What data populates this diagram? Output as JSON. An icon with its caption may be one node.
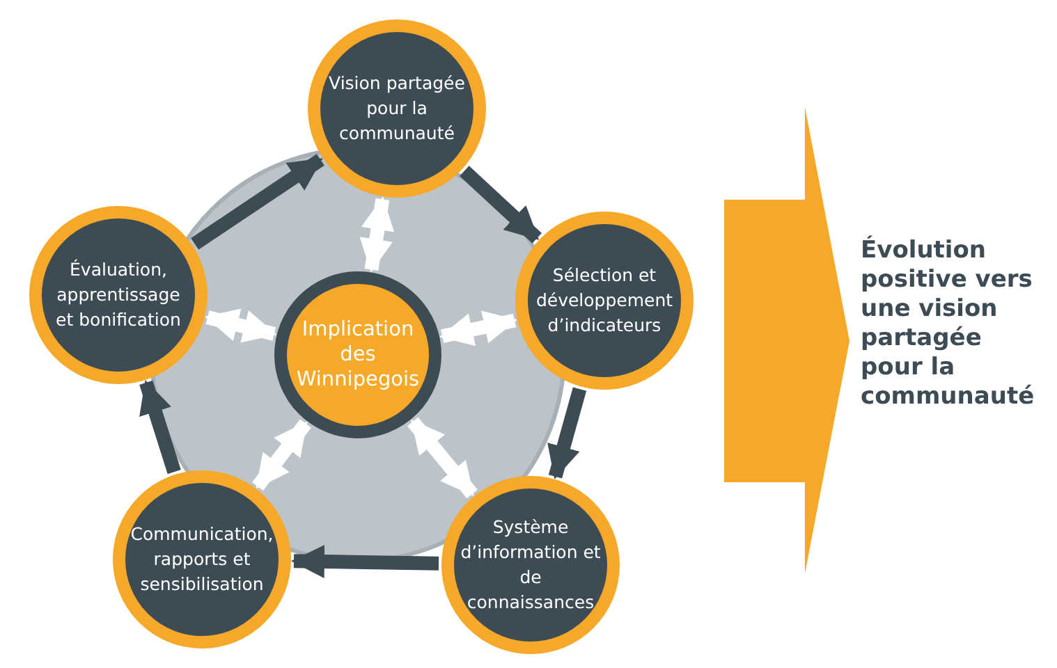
{
  "diagram": {
    "nodes": [
      {
        "text": [
          "Vision partagée pour la communauté"
        ]
      },
      {
        "text": [
          "Évaluation, apprentissage et bonification"
        ]
      },
      {
        "text": [
          "Implication des Winnipegois"
        ]
      },
      {
        "text": [
          "Sélection et développement d’indicateurs"
        ]
      },
      {
        "text": [
          "Communication, rapports et sensibilisation"
        ]
      },
      {
        "text": [
          "Système d’information et de connaissances"
        ]
      },
      {
        "text": [
          "Évolution positive vers une vision partagée pour la communauté"
        ]
      }
    ],
    "edges": [
      {
        "from": 0,
        "to": 3,
        "arrow": "to"
      },
      {
        "from": 3,
        "to": 5,
        "arrow": "to"
      },
      {
        "from": 5,
        "to": 4,
        "arrow": "to"
      },
      {
        "from": 4,
        "to": 1,
        "arrow": "to"
      },
      {
        "from": 1,
        "to": 0,
        "arrow": "to"
      },
      {
        "from": 2,
        "to": 0,
        "arrow": "both",
        "color": "#ffffff"
      },
      {
        "from": 2,
        "to": 1,
        "arrow": "both",
        "color": "#ffffff"
      },
      {
        "from": 2,
        "to": 3,
        "arrow": "both",
        "color": "#ffffff"
      },
      {
        "from": 2,
        "to": 4,
        "arrow": "both",
        "color": "#ffffff"
      },
      {
        "from": 2,
        "to": 5,
        "arrow": "both",
        "color": "#ffffff"
      },
      {
        "from": null,
        "to": 6,
        "arrow": "to",
        "style": "thick",
        "color": "#f6a828"
      }
    ]
  }
}
